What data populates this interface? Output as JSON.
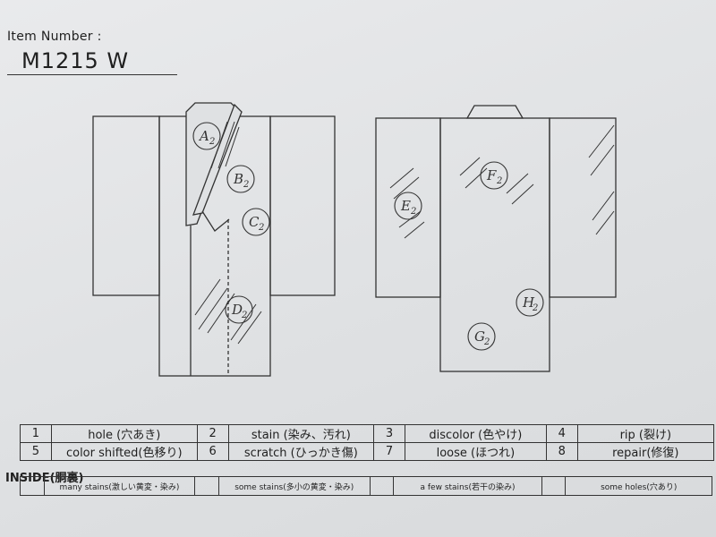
{
  "item": {
    "label": "Item Number :",
    "value": "M1215  W"
  },
  "front_marks": [
    {
      "letter": "A",
      "sub": "2"
    },
    {
      "letter": "B",
      "sub": "2"
    },
    {
      "letter": "C",
      "sub": "2"
    },
    {
      "letter": "D",
      "sub": "2"
    }
  ],
  "back_marks": [
    {
      "letter": "E",
      "sub": "2"
    },
    {
      "letter": "F",
      "sub": "2"
    },
    {
      "letter": "G",
      "sub": "2"
    },
    {
      "letter": "H",
      "sub": "2"
    }
  ],
  "legend": {
    "rows": [
      [
        {
          "num": "1",
          "label": "hole (穴あき)"
        },
        {
          "num": "2",
          "label": "stain (染み、汚れ)"
        },
        {
          "num": "3",
          "label": "discolor (色やけ)"
        },
        {
          "num": "4",
          "label": "rip (裂け)"
        }
      ],
      [
        {
          "num": "5",
          "label": "color shifted(色移り)"
        },
        {
          "num": "6",
          "label": "scratch (ひっかき傷)"
        },
        {
          "num": "7",
          "label": "loose (ほつれ)"
        },
        {
          "num": "8",
          "label": "repair(修復)"
        }
      ]
    ]
  },
  "inside": {
    "label": "INSIDE(胴裏)",
    "items": [
      "many stains(激しい黄変・染み)",
      "some stains(多小の黄変・染み)",
      "a few stains(若干の染み)",
      "some holes(穴あり)"
    ]
  }
}
